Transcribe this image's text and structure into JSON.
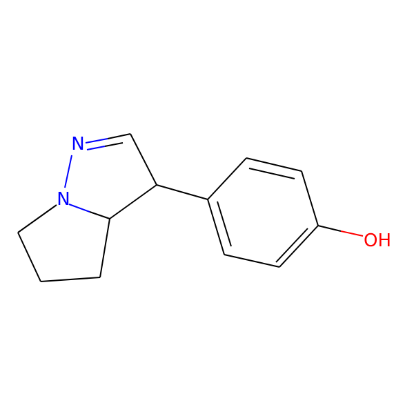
{
  "atoms": {
    "n1": {
      "label": "N",
      "color": "#0000ff"
    },
    "n2": {
      "label": "N",
      "color": "#0000ff"
    },
    "o": {
      "label": "OH",
      "color": "#ff0000"
    }
  },
  "colors": {
    "bond": "#000000",
    "nitrogen": "#0000ff",
    "oxygen": "#ff0000",
    "background": "#ffffff"
  }
}
